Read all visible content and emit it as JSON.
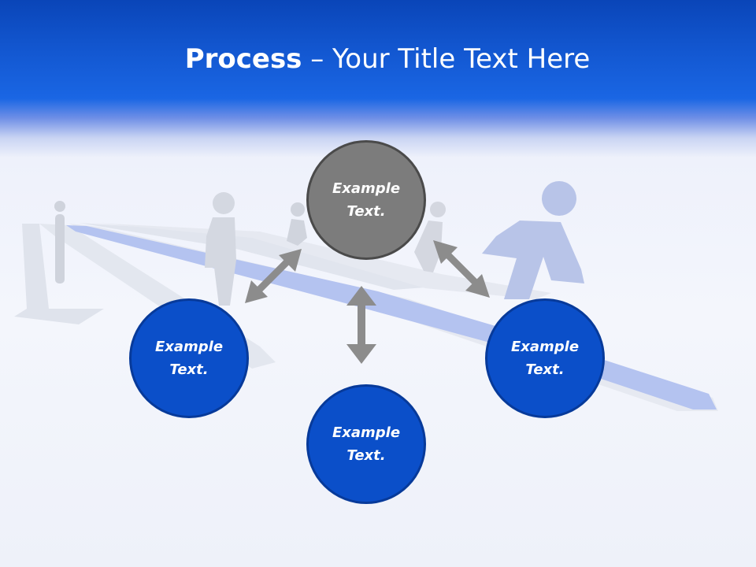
{
  "slide": {
    "title_bold": "Process",
    "title_rest": " – Your Title Text Here"
  },
  "nodes": [
    {
      "id": "top",
      "label": "Example Text.",
      "color": "#7c7c7c"
    },
    {
      "id": "left",
      "label": "Example Text.",
      "color": "#0b4fc9"
    },
    {
      "id": "right",
      "label": "Example Text.",
      "color": "#0b4fc9"
    },
    {
      "id": "bottom",
      "label": "Example Text.",
      "color": "#0b4fc9"
    }
  ],
  "connectors": [
    {
      "from": "top",
      "to": "left",
      "style": "double-arrow",
      "color": "#8c8c8c"
    },
    {
      "from": "top",
      "to": "right",
      "style": "double-arrow",
      "color": "#8c8c8c"
    },
    {
      "from": "top",
      "to": "bottom",
      "style": "double-arrow",
      "color": "#8c8c8c"
    }
  ],
  "background": {
    "image": "runners-on-lane-arrows",
    "header_color": "#0a45b8",
    "lane_highlight_color": "#a8b9ee"
  }
}
